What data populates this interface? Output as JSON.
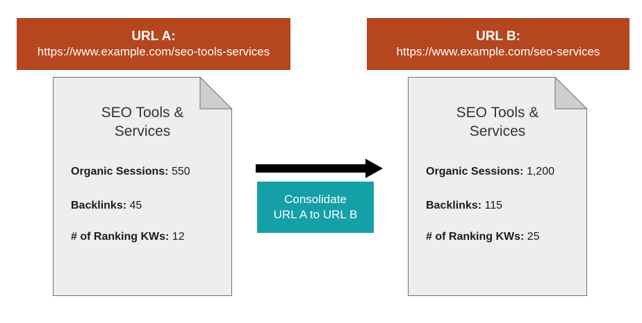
{
  "url_a": {
    "label": "URL A:",
    "address": "https://www.example.com/seo-tools-services",
    "page_title_line1": "SEO Tools &",
    "page_title_line2": "Services",
    "metrics": [
      {
        "label": "Organic Sessions:",
        "value": "550"
      },
      {
        "label": "Backlinks:",
        "value": "45"
      },
      {
        "label": "# of Ranking KWs:",
        "value": "12"
      }
    ]
  },
  "url_b": {
    "label": "URL B:",
    "address": "https://www.example.com/seo-services",
    "page_title_line1": "SEO Tools &",
    "page_title_line2": "Services",
    "metrics": [
      {
        "label": "Organic Sessions:",
        "value": "1,200"
      },
      {
        "label": "Backlinks:",
        "value": "115"
      },
      {
        "label": "# of Ranking KWs:",
        "value": "25"
      }
    ]
  },
  "action": {
    "line1": "Consolidate",
    "line2": "URL A to URL B"
  },
  "colors": {
    "header_bg": "#b5461e",
    "action_bg": "#14a0a7",
    "document_fill": "#eeeeee",
    "arrow": "#000000"
  }
}
